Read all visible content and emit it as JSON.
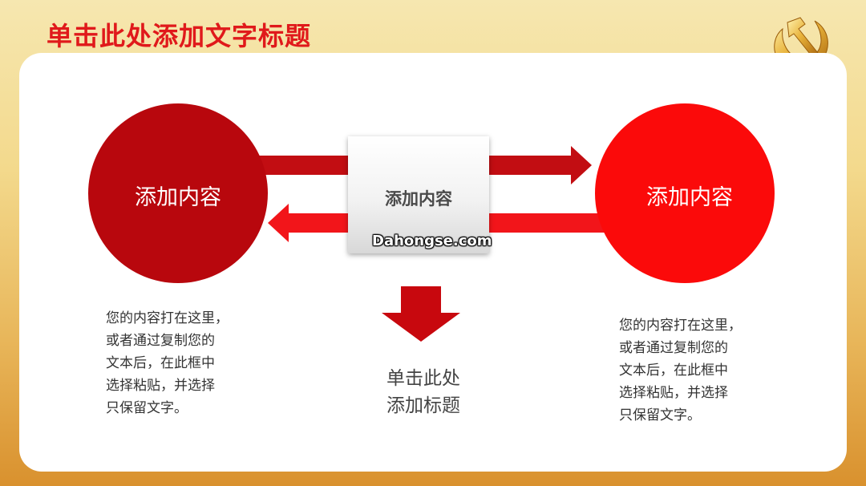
{
  "slide": {
    "title": "单击此处添加文字标题",
    "emblem_icon": "hammer-sickle-icon",
    "left_circle": {
      "label": "添加内容",
      "color": "#b8070d"
    },
    "right_circle": {
      "label": "添加内容",
      "color": "#fb0a0a"
    },
    "center_box": {
      "label": "添加内容"
    },
    "watermark": "Dahongse.com",
    "left_paragraph": "您的内容打在这里，\n或者通过复制您的\n文本后，在此框中\n选择粘贴，并选择\n只保留文字。",
    "right_paragraph": "您的内容打在这里，\n或者通过复制您的\n文本后，在此框中\n选择粘贴，并选择\n只保留文字。",
    "bottom_title": "单击此处\n添加标题",
    "colors": {
      "title": "#e0191b",
      "arrow_dark": "#c20d12",
      "arrow_bright": "#f2151a",
      "down_arrow": "#c8080e"
    }
  }
}
